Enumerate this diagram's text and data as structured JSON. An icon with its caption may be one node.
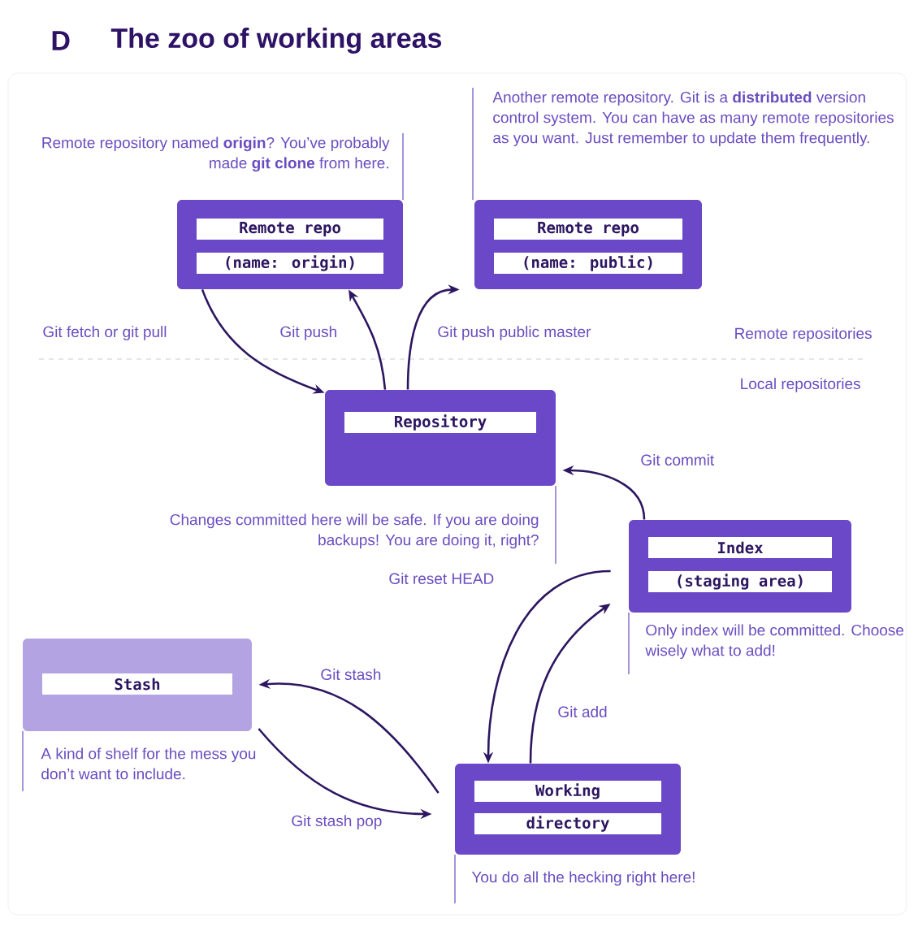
{
  "diagram": {
    "title": "The zoo of working areas",
    "nodes": [
      {
        "text": [
          "Remote repo",
          "(name: origin)"
        ],
        "beside": [
          "Remote repository named **origin**? You’ve probably made **git clone** from here."
        ]
      },
      {
        "text": [
          "Remote repo",
          "(name: public)"
        ],
        "beside": [
          "Another remote repository. Git is a **distributed** version control system. You can have as many remote repositories as you want. Just remember to update them frequently."
        ]
      },
      {
        "text": [
          "Repository"
        ],
        "beside": [
          "Changes committed here will be safe. If you are doing backups! You are doing it, right?"
        ]
      },
      {
        "text": [
          "Index",
          "(staging area)"
        ],
        "beside": [
          "Only index will be committed. Choose wisely what to add!"
        ]
      },
      {
        "text": [
          "Stash"
        ],
        "beside": [
          "A kind of shelf for the mess you don’t want to include."
        ]
      },
      {
        "text": [
          "Working",
          "directory"
        ],
        "beside": [
          "You do all the hecking right here!"
        ]
      }
    ],
    "edges": [
      {
        "from": 0,
        "to": 2,
        "arrow": "to",
        "label": "Git fetch or git pull"
      },
      {
        "from": 2,
        "to": 0,
        "arrow": "to",
        "label": "Git push"
      },
      {
        "from": 2,
        "to": 1,
        "arrow": "to",
        "label": "Git push public master"
      },
      {
        "from": 3,
        "to": 2,
        "arrow": "to",
        "label": "Git commit"
      },
      {
        "from": 3,
        "to": 5,
        "arrow": "to",
        "label": "Git reset HEAD"
      },
      {
        "from": 5,
        "to": 3,
        "arrow": "to",
        "label": "Git add"
      },
      {
        "from": 5,
        "to": 4,
        "arrow": "to",
        "label": "Git stash"
      },
      {
        "from": 4,
        "to": 5,
        "arrow": "to",
        "label": "Git stash pop"
      }
    ],
    "labels": [
      "D",
      "Remote repositories",
      "Local repositories"
    ]
  }
}
